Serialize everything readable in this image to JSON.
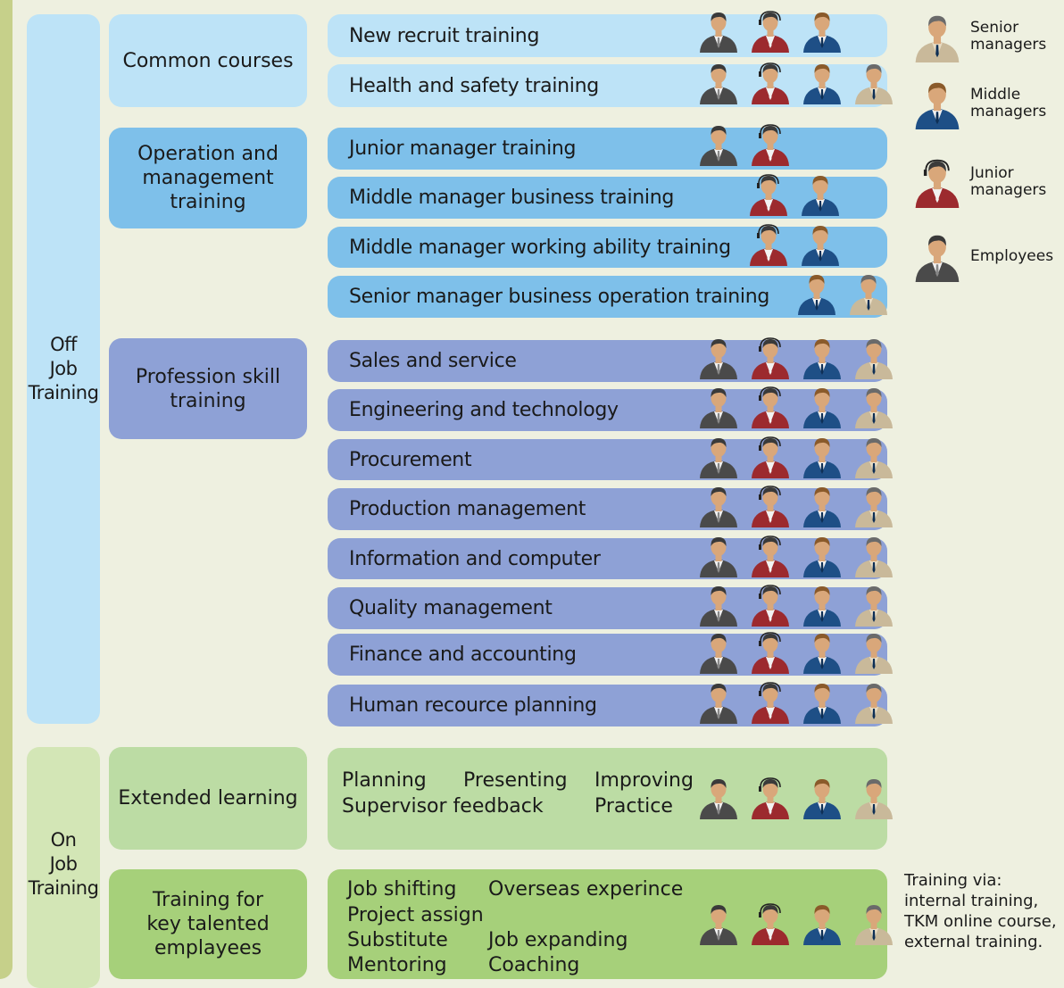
{
  "sections": {
    "off_job": "Off\nJob\nTraining",
    "on_job": "On\nJob\nTraining"
  },
  "categories": {
    "common": "Common courses",
    "operation": "Operation and\nmanagement\ntraining",
    "profession": "Profession skill\ntraining",
    "extended": "Extended learning",
    "key_talent": "Training for\nkey talented\nemplayees"
  },
  "courses": [
    {
      "label": "New recruit training",
      "people": [
        "employee",
        "junior",
        "middle"
      ]
    },
    {
      "label": "Health and safety training",
      "people": [
        "employee",
        "junior",
        "middle",
        "senior"
      ]
    },
    {
      "label": "Junior manager training",
      "people": [
        "employee",
        "junior"
      ]
    },
    {
      "label": "Middle manager business training",
      "people": [
        "junior",
        "middle"
      ]
    },
    {
      "label": "Middle manager working ability training",
      "people": [
        "junior",
        "middle"
      ]
    },
    {
      "label": "Senior manager business operation training",
      "people": [
        "middle",
        "senior"
      ]
    },
    {
      "label": "Sales and service",
      "people": [
        "employee",
        "junior",
        "middle",
        "senior"
      ]
    },
    {
      "label": "Engineering and technology",
      "people": [
        "employee",
        "junior",
        "middle",
        "senior"
      ]
    },
    {
      "label": "Procurement",
      "people": [
        "employee",
        "junior",
        "middle",
        "senior"
      ]
    },
    {
      "label": "Production management",
      "people": [
        "employee",
        "junior",
        "middle",
        "senior"
      ]
    },
    {
      "label": "Information and computer",
      "people": [
        "employee",
        "junior",
        "middle",
        "senior"
      ]
    },
    {
      "label": "Quality management",
      "people": [
        "employee",
        "junior",
        "middle",
        "senior"
      ]
    },
    {
      "label": "Finance and accounting",
      "people": [
        "employee",
        "junior",
        "middle",
        "senior"
      ]
    },
    {
      "label": "Human recource planning",
      "people": [
        "employee",
        "junior",
        "middle",
        "senior"
      ]
    }
  ],
  "extended_learning": {
    "planning": "Planning",
    "presenting": "Presenting",
    "improving": "Improving",
    "supervisor_feedback": "Supervisor feedback",
    "practice": "Practice",
    "people": [
      "employee",
      "junior",
      "middle",
      "senior"
    ]
  },
  "key_talent": {
    "job_shifting": "Job shifting",
    "overseas": "Overseas experince",
    "project_assign": "Project assign",
    "substitute": "Substitute",
    "job_expanding": "Job expanding",
    "mentoring": "Mentoring",
    "coaching": "Coaching",
    "people": [
      "employee",
      "junior",
      "middle",
      "senior"
    ]
  },
  "legend": [
    {
      "type": "senior",
      "label": "Senior\nmanagers"
    },
    {
      "type": "middle",
      "label": "Middle\nmanagers"
    },
    {
      "type": "junior",
      "label": "Junior\nmanagers"
    },
    {
      "type": "employee",
      "label": "Employees"
    }
  ],
  "note": "Training via:\ninternal training,\nTKM online course,\nexternal training.",
  "colors": {
    "employee_suit": "#4a4a4a",
    "junior_suit": "#9c2a2e",
    "middle_suit": "#1e4f86",
    "senior_suit": "#c9b99a",
    "skin": "#d9a77a",
    "hair_dark": "#3a3a3a",
    "hair_brown": "#8a5a2a"
  }
}
